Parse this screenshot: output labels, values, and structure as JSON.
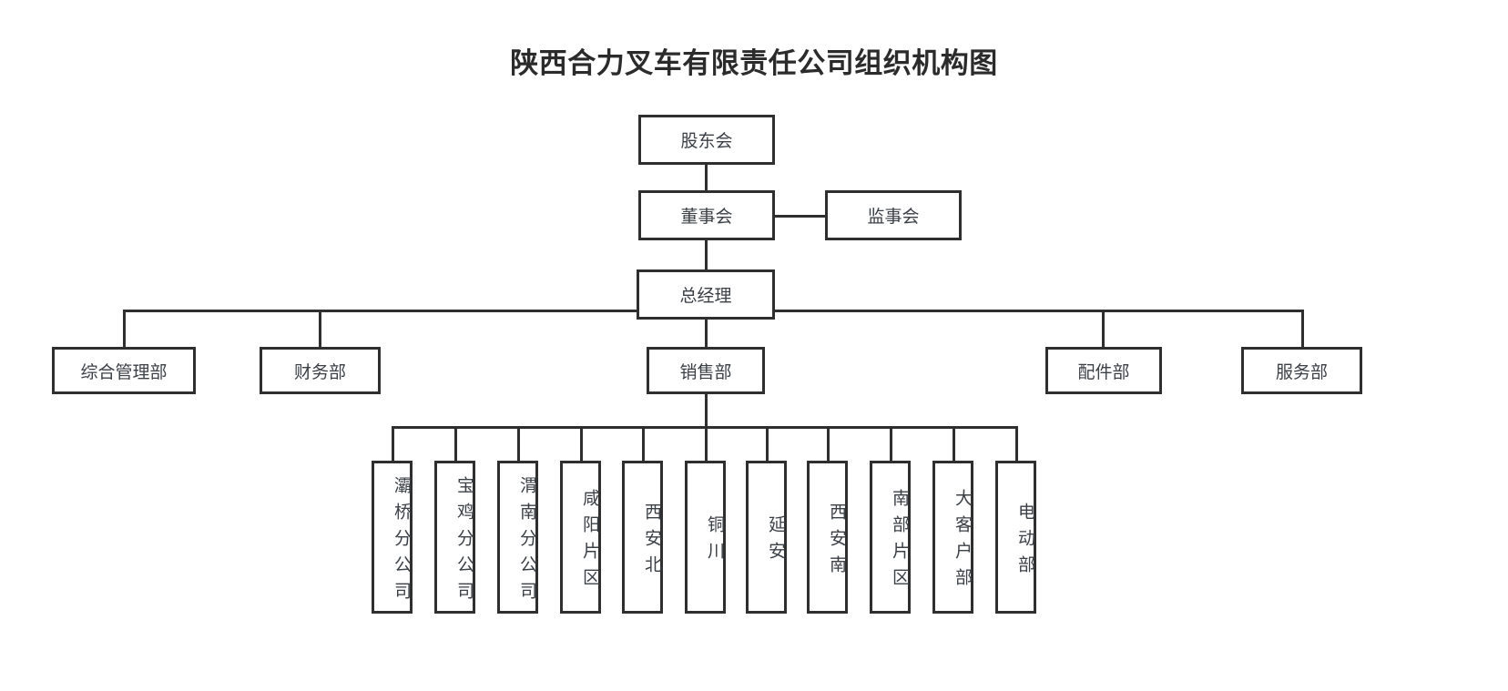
{
  "page": {
    "title": "陕西合力叉车有限责任公司组织机构图",
    "background_color": "#ffffff",
    "line_color": "#2f2f2f",
    "text_color": "#3a4046"
  },
  "hierarchy": {
    "shareholders": {
      "label": "股东会"
    },
    "board": {
      "label": "董事会"
    },
    "supervisors": {
      "label": "监事会"
    },
    "general_manager": {
      "label": "总经理"
    },
    "departments": [
      {
        "label": "综合管理部"
      },
      {
        "label": "财务部"
      },
      {
        "label": "销售部"
      },
      {
        "label": "配件部"
      },
      {
        "label": "服务部"
      }
    ],
    "sales_units": [
      {
        "label": "灞桥分公司"
      },
      {
        "label": "宝鸡分公司"
      },
      {
        "label": "渭南分公司"
      },
      {
        "label": "咸阳片区"
      },
      {
        "label": "西安北"
      },
      {
        "label": "铜川"
      },
      {
        "label": "延安"
      },
      {
        "label": "西安南"
      },
      {
        "label": "南部片区"
      },
      {
        "label": "大客户部"
      },
      {
        "label": "电动部"
      }
    ]
  }
}
